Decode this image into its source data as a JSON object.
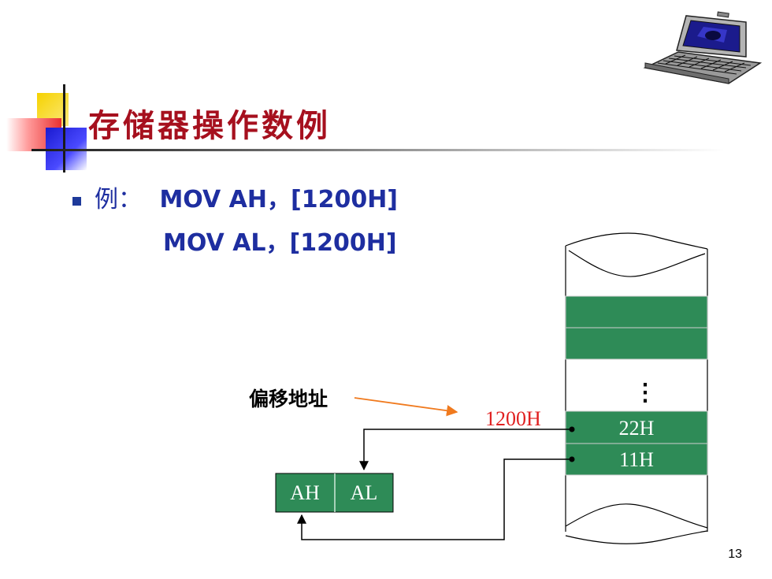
{
  "slide": {
    "title": "存储器操作数例",
    "example_label": "例：",
    "instruction_1": "MOV  AH，[1200H]",
    "instruction_2": "MOV  AL，[1200H]",
    "page_number": "13"
  },
  "diagram": {
    "offset_label": "偏移地址",
    "address_label": "1200H",
    "ellipsis": "⋮",
    "memory_cells": [
      "22H",
      "11H"
    ],
    "registers": [
      "AH",
      "AL"
    ],
    "colors": {
      "cell_fill": "#2e8b57",
      "address_text": "#e02020",
      "arrow_orange": "#f07a1e",
      "title_red": "#a6101e",
      "text_blue": "#1e2ea0"
    }
  }
}
